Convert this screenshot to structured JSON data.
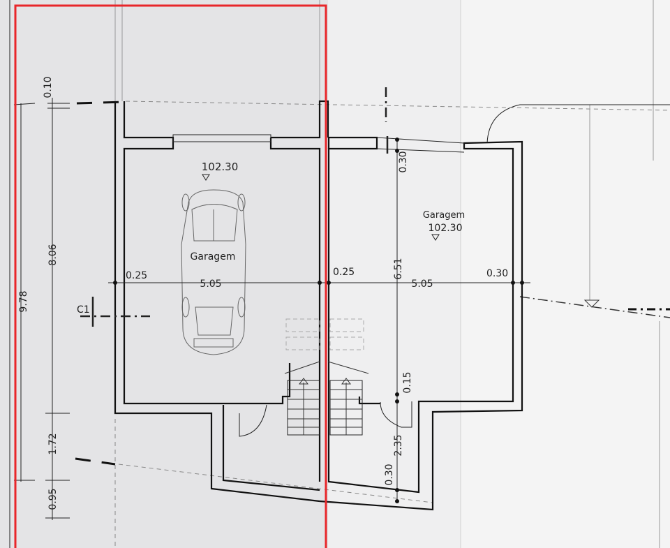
{
  "plan": {
    "left_unit": {
      "room_label": "Garagem",
      "level": "102.30",
      "dim_left_wall": "0.25",
      "dim_width": "5.05"
    },
    "right_unit": {
      "room_label": "Garagem",
      "level": "102.30",
      "dim_left_wall": "0.25",
      "dim_width": "5.05",
      "dim_right_wall": "0.30",
      "dim_top_wall": "0.30",
      "dim_depth": "6.51",
      "dim_step": "0.15",
      "dim_annex": "2.35",
      "dim_bottom_wall": "0.30"
    },
    "side_dimensions": {
      "total": "9.78",
      "top_offset": "0.10",
      "main": "8.06",
      "annex": "1.72",
      "bottom": "0.95"
    },
    "section_marker": "C1",
    "colors": {
      "highlight": "#e8262a",
      "ink": "#111111",
      "paper": "#e6e6e8"
    }
  }
}
